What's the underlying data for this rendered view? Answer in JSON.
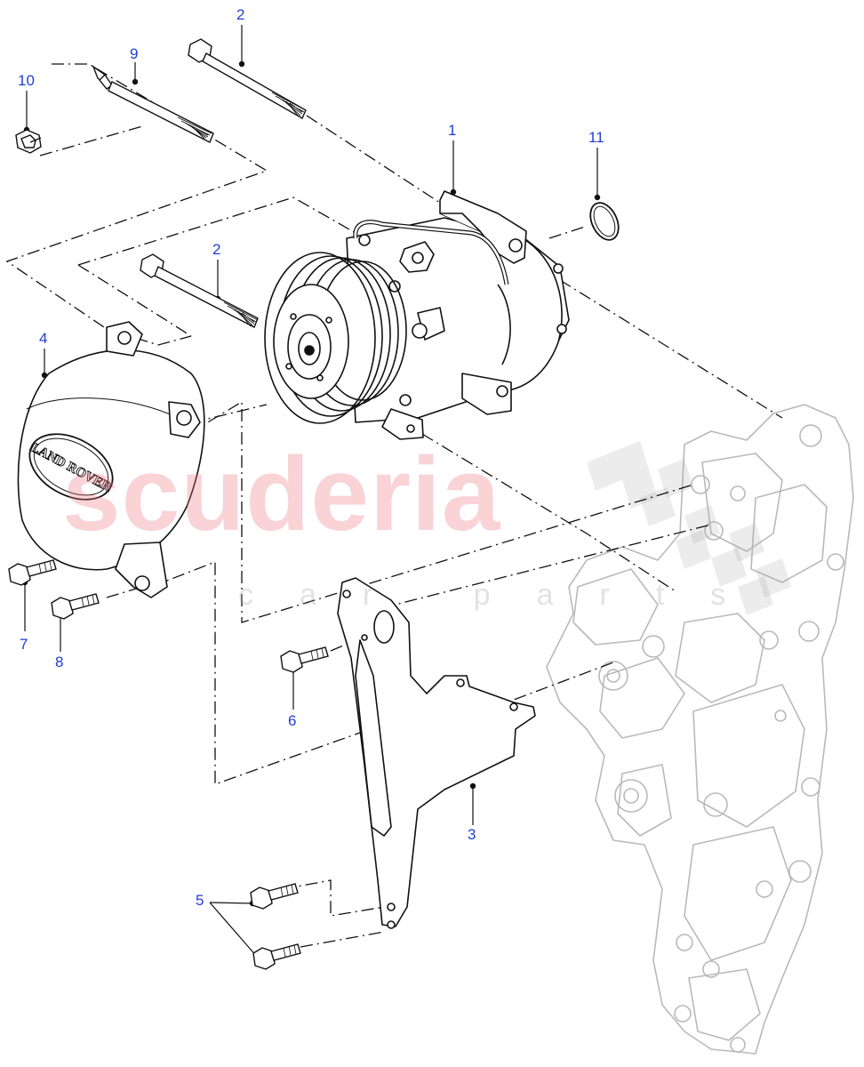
{
  "watermark": {
    "brand": "scuderia",
    "sub": "car parts"
  },
  "emblem_text": "LAND ROVER",
  "callouts": [
    {
      "id": "c1",
      "label": "1"
    },
    {
      "id": "c2a",
      "label": "2"
    },
    {
      "id": "c2b",
      "label": "2"
    },
    {
      "id": "c3",
      "label": "3"
    },
    {
      "id": "c4",
      "label": "4"
    },
    {
      "id": "c5",
      "label": "5"
    },
    {
      "id": "c6",
      "label": "6"
    },
    {
      "id": "c7",
      "label": "7"
    },
    {
      "id": "c8",
      "label": "8"
    },
    {
      "id": "c9",
      "label": "9"
    },
    {
      "id": "c10",
      "label": "10"
    },
    {
      "id": "c11",
      "label": "11"
    }
  ],
  "colors": {
    "callout": "#1f3fd6",
    "line": "#111111",
    "ghost": "#b9b9b9"
  }
}
